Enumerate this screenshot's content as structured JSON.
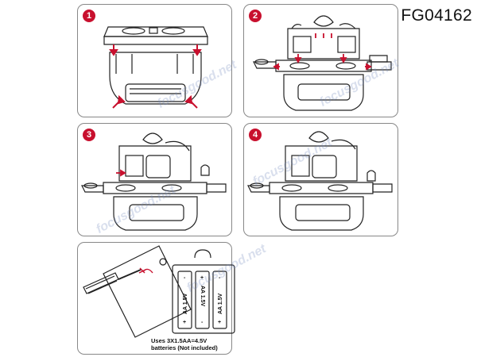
{
  "model_code": "FG04162",
  "steps": [
    {
      "number": "1"
    },
    {
      "number": "2"
    },
    {
      "number": "3"
    },
    {
      "number": "4"
    }
  ],
  "battery": {
    "cell_label": "AA 1.5V",
    "plus": "+",
    "minus": "-",
    "caption_line1": "Uses 3X1.5AA=4.5V",
    "caption_line2": "batteries (Not included)"
  },
  "watermark_text": "focusgood.net",
  "colors": {
    "badge": "#c8102e",
    "arrow": "#c8102e",
    "line": "#222222"
  }
}
